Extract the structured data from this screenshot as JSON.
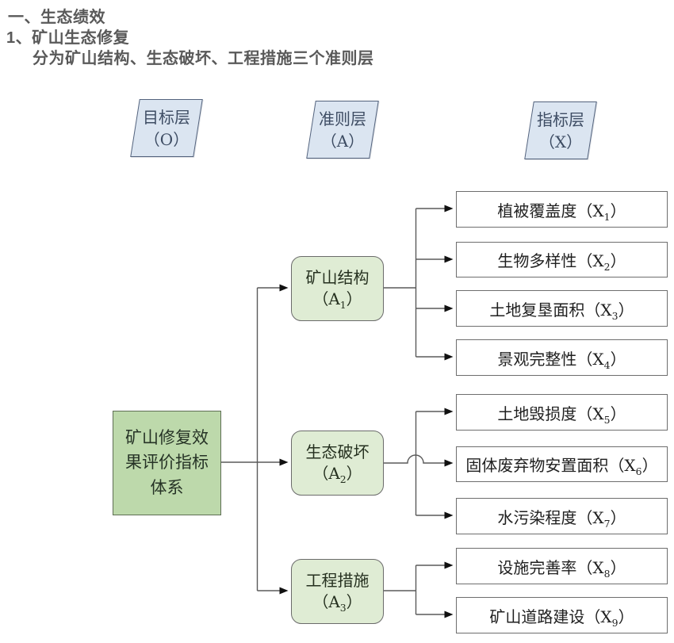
{
  "headings": {
    "line1": "一、生态绩效",
    "line2": "1、矿山生态修复",
    "line3": "分为矿山结构、生态破坏、工程措施三个准则层"
  },
  "sym": {
    "open": "（",
    "close": "）"
  },
  "layers": [
    {
      "label": "目标层",
      "code": "O"
    },
    {
      "label": "准则层",
      "code": "A"
    },
    {
      "label": "指标层",
      "code": "X"
    }
  ],
  "goal": {
    "label": "矿山修复效果评价指标体系"
  },
  "criteria": [
    {
      "label": "矿山结构",
      "code": "A",
      "sub": "1"
    },
    {
      "label": "生态破坏",
      "code": "A",
      "sub": "2"
    },
    {
      "label": "工程措施",
      "code": "A",
      "sub": "3"
    }
  ],
  "indicators": [
    {
      "label": "植被覆盖度",
      "code": "X",
      "sub": "1"
    },
    {
      "label": "生物多样性",
      "code": "X",
      "sub": "2"
    },
    {
      "label": "土地复垦面积",
      "code": "X",
      "sub": "3"
    },
    {
      "label": "景观完整性",
      "code": "X",
      "sub": "4"
    },
    {
      "label": "土地毁损度",
      "code": "X",
      "sub": "5"
    },
    {
      "label": "固体废弃物安置面积",
      "code": "X",
      "sub": "6"
    },
    {
      "label": "水污染程度",
      "code": "X",
      "sub": "7"
    },
    {
      "label": "设施完善率",
      "code": "X",
      "sub": "8"
    },
    {
      "label": "矿山道路建设",
      "code": "X",
      "sub": "9"
    }
  ],
  "colors": {
    "heading_text": "#595959",
    "connector_line": "#5a5a5a",
    "layer_fill": "#dbe5f1",
    "layer_border": "#54637d",
    "goal_fill": "#bdd9ab",
    "criteria_fill": "#dfecd4",
    "indicator_fill": "#ffffff",
    "box_border": "#6e6e6e"
  }
}
